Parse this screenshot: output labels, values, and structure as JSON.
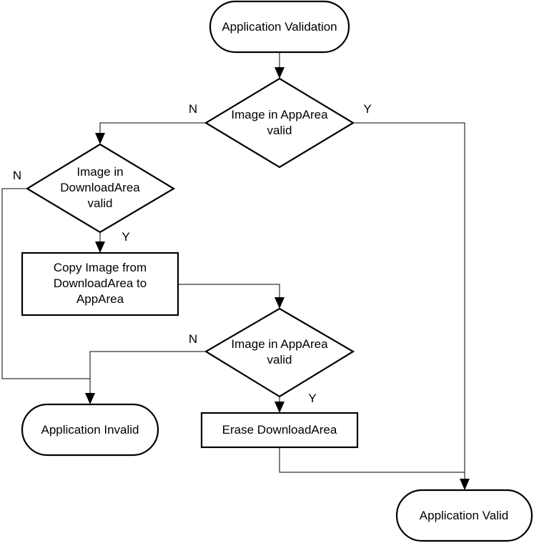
{
  "nodes": {
    "app_validation": "Application Validation",
    "decision_app_area": [
      "Image in AppArea",
      "valid"
    ],
    "decision_download_area": [
      "Image in",
      "DownloadArea",
      "valid"
    ],
    "copy_image": [
      "Copy Image from",
      "DownloadArea to",
      "AppArea"
    ],
    "decision_app_area_2": [
      "Image in AppArea",
      "valid"
    ],
    "app_invalid": "Application Invalid",
    "erase_download": "Erase DownloadArea",
    "app_valid": "Application Valid"
  },
  "edge_labels": {
    "d1_no": "N",
    "d1_yes": "Y",
    "d2_no": "N",
    "d2_yes": "Y",
    "d3_no": "N",
    "d3_yes": "Y"
  }
}
